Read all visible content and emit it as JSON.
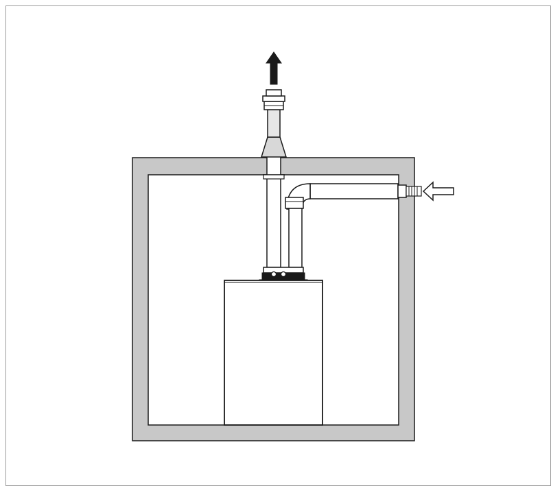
{
  "diagram": {
    "kind": "boiler-flue-installation",
    "components": [
      {
        "name": "room-wall",
        "icon": "wall-section-icon"
      },
      {
        "name": "boiler",
        "icon": "boiler-unit-icon"
      },
      {
        "name": "exhaust-flue",
        "icon": "vertical-flue-pipe-icon"
      },
      {
        "name": "air-intake-pipe",
        "icon": "horizontal-intake-pipe-icon"
      },
      {
        "name": "exhaust-arrow",
        "icon": "arrow-up-solid-icon"
      },
      {
        "name": "intake-arrow",
        "icon": "arrow-left-outline-icon"
      }
    ],
    "colors": {
      "wall_fill": "#c8c8c8",
      "line": "#1a1a1a",
      "pipe_fill": "#ffffff",
      "flue_cone_fill": "#d8d8d8",
      "border": "#9a9a9a"
    }
  }
}
